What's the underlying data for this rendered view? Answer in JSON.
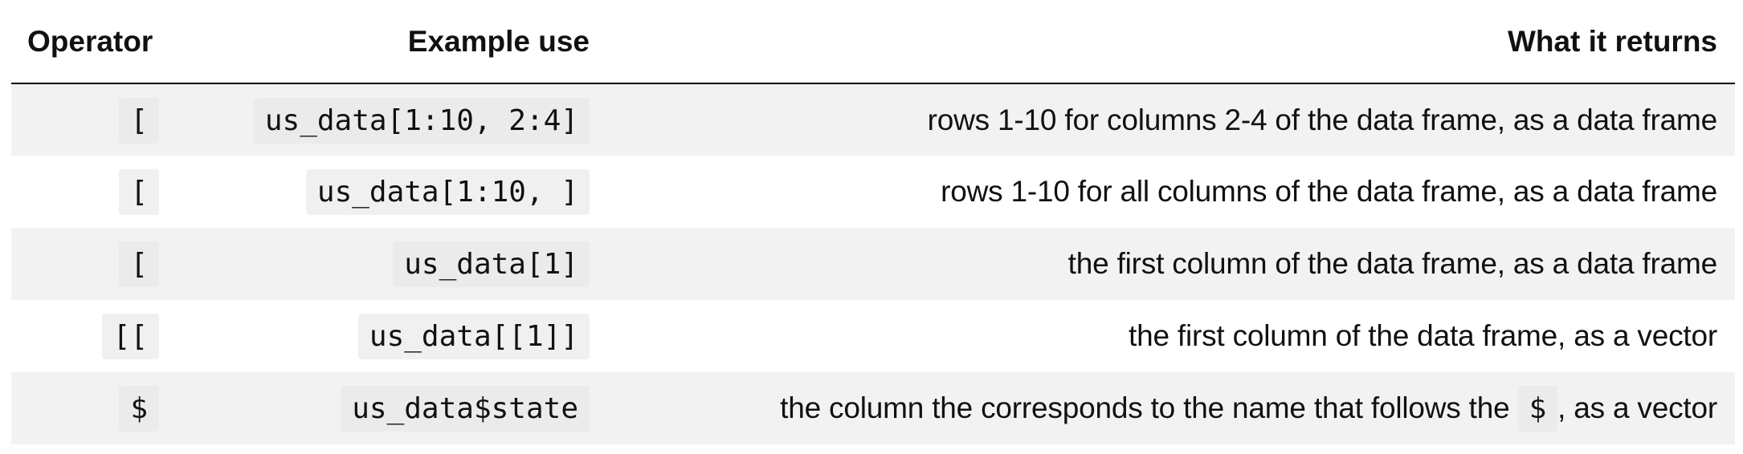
{
  "table": {
    "headers": [
      "Operator",
      "Example use",
      "What it returns"
    ],
    "rows": [
      {
        "operator": "[",
        "example": "us_data[1:10, 2:4]",
        "returns": "rows 1-10 for columns 2-4 of the data frame, as a data frame"
      },
      {
        "operator": "[",
        "example": "us_data[1:10, ]",
        "returns": "rows 1-10 for all columns of the data frame, as a data frame"
      },
      {
        "operator": "[",
        "example": "us_data[1]",
        "returns": "the first column of the data frame, as a data frame"
      },
      {
        "operator": "[[",
        "example": "us_data[[1]]",
        "returns": "the first column of the data frame, as a vector"
      },
      {
        "operator": "$",
        "example": "us_data$state",
        "returns_before": "the column the corresponds to the name that follows the ",
        "returns_code": "$",
        "returns_after": ", as a vector"
      }
    ]
  }
}
